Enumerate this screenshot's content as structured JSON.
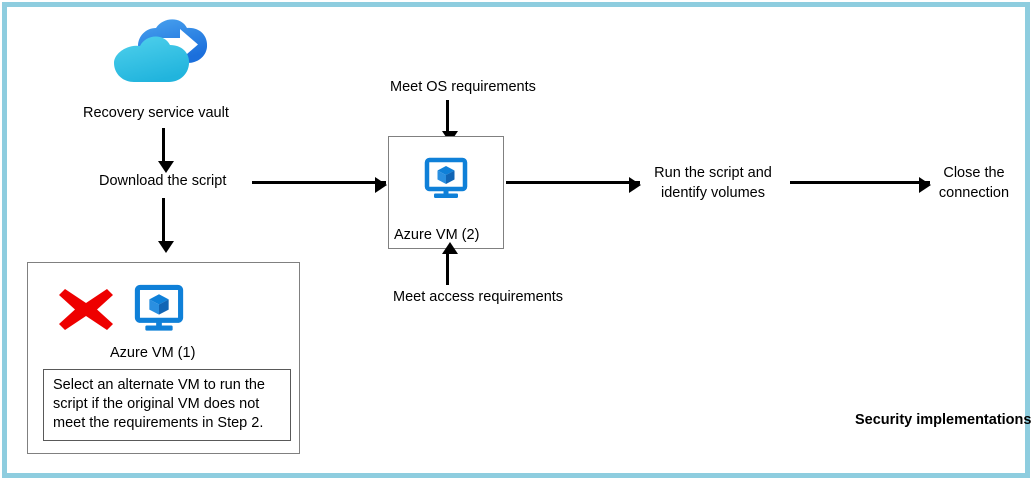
{
  "diagram": {
    "title_note": "Security implementations",
    "frame_color": "#8ecddf",
    "accent_blue": "#0f80d8",
    "error_red": "#ee0000",
    "nodes": {
      "vault": {
        "icon": "recovery-services-vault-cloud-icon",
        "label": "Recovery service vault"
      },
      "download": {
        "label": "Download the script"
      },
      "vm2": {
        "icon": "azure-vm-monitor-icon",
        "label": "Azure VM (2)"
      },
      "vm1": {
        "icon": "azure-vm-monitor-icon",
        "label": "Azure VM (1)",
        "status_icon": "red-x-icon",
        "note": "Select an alternate VM to run the script if the original VM does not meet the requirements in Step 2."
      },
      "run_script": {
        "line1": "Run the script and",
        "line2": "identify volumes"
      },
      "close_connection": {
        "line1": "Close the",
        "line2": "connection"
      }
    },
    "annotations": {
      "os_requirements": "Meet OS requirements",
      "access_requirements": "Meet access requirements"
    }
  }
}
